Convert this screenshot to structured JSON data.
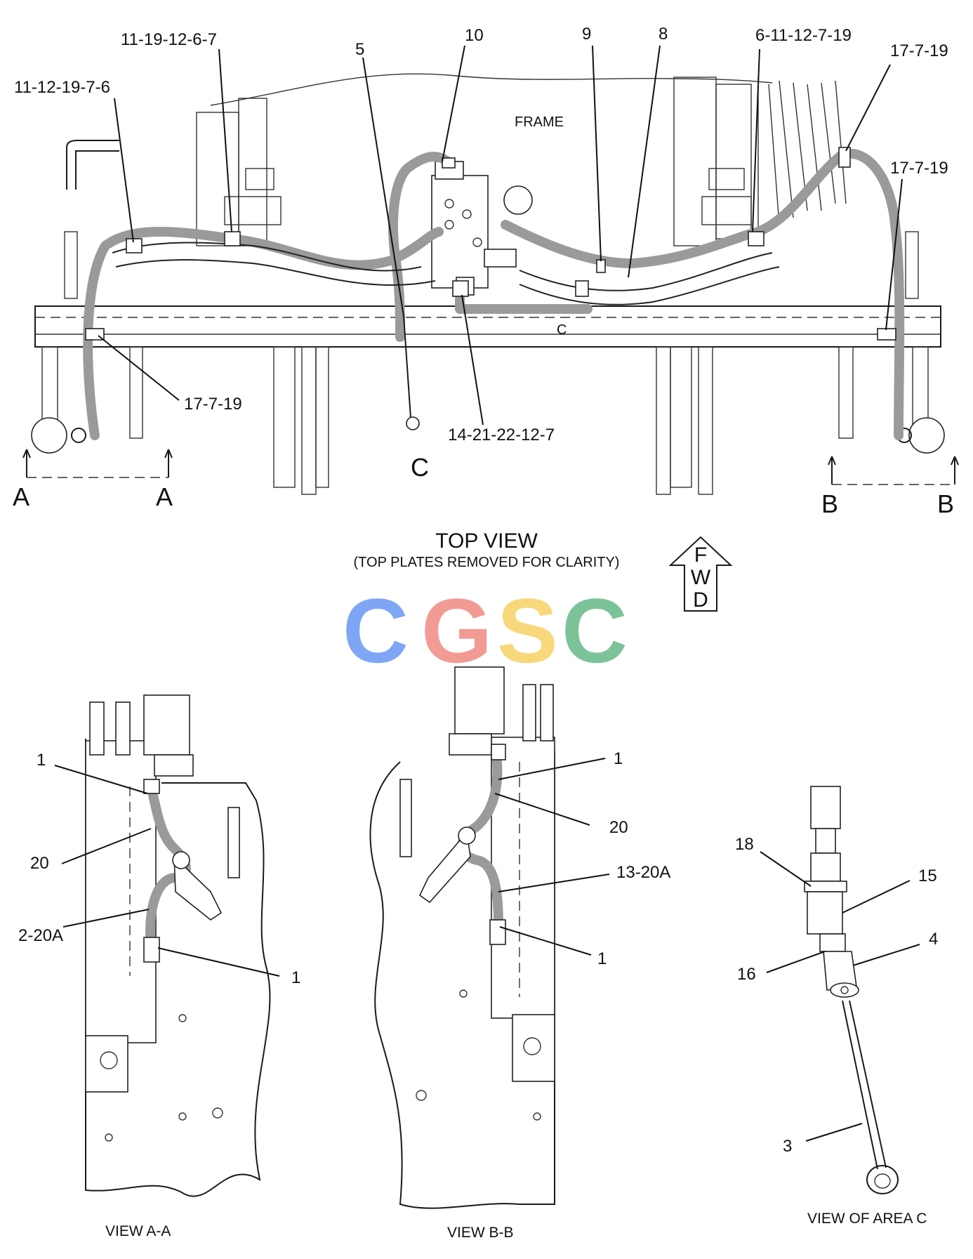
{
  "top_view": {
    "title": "TOP VIEW",
    "subtitle": "(TOP PLATES REMOVED FOR CLARITY)",
    "frame_label": "FRAME",
    "area_marker_small": "C",
    "area_marker_large": "C",
    "fwd_letters": [
      "F",
      "W",
      "D"
    ],
    "section_a_left": "A",
    "section_a_right": "A",
    "section_b_left": "B",
    "section_b_right": "B",
    "callouts": {
      "c_11_19_12_6_7": "11-19-12-6-7",
      "c_11_12_19_7_6": "11-12-19-7-6",
      "c_5": "5",
      "c_10": "10",
      "c_9": "9",
      "c_8": "8",
      "c_6_11_12_7_19": "6-11-12-7-19",
      "c_17_7_19_top": "17-7-19",
      "c_17_7_19_right": "17-7-19",
      "c_17_7_19_left": "17-7-19",
      "c_14_21_22_12_7": "14-21-22-12-7"
    }
  },
  "watermark": {
    "letters": [
      "C",
      "G",
      "S",
      "C"
    ],
    "colors": [
      "#7fa6f5",
      "#f29b94",
      "#f8d87a",
      "#7cc39a"
    ]
  },
  "view_aa": {
    "caption": "VIEW  A-A",
    "callouts": {
      "c_1_top": "1",
      "c_20": "20",
      "c_2_20a": "2-20A",
      "c_1_bottom": "1"
    }
  },
  "view_bb": {
    "caption": "VIEW  B-B",
    "callouts": {
      "c_1_top": "1",
      "c_20": "20",
      "c_13_20a": "13-20A",
      "c_1_bottom": "1"
    }
  },
  "view_c": {
    "caption": "VIEW OF AREA  C",
    "callouts": {
      "c_18": "18",
      "c_15": "15",
      "c_16": "16",
      "c_4": "4",
      "c_3": "3"
    }
  }
}
